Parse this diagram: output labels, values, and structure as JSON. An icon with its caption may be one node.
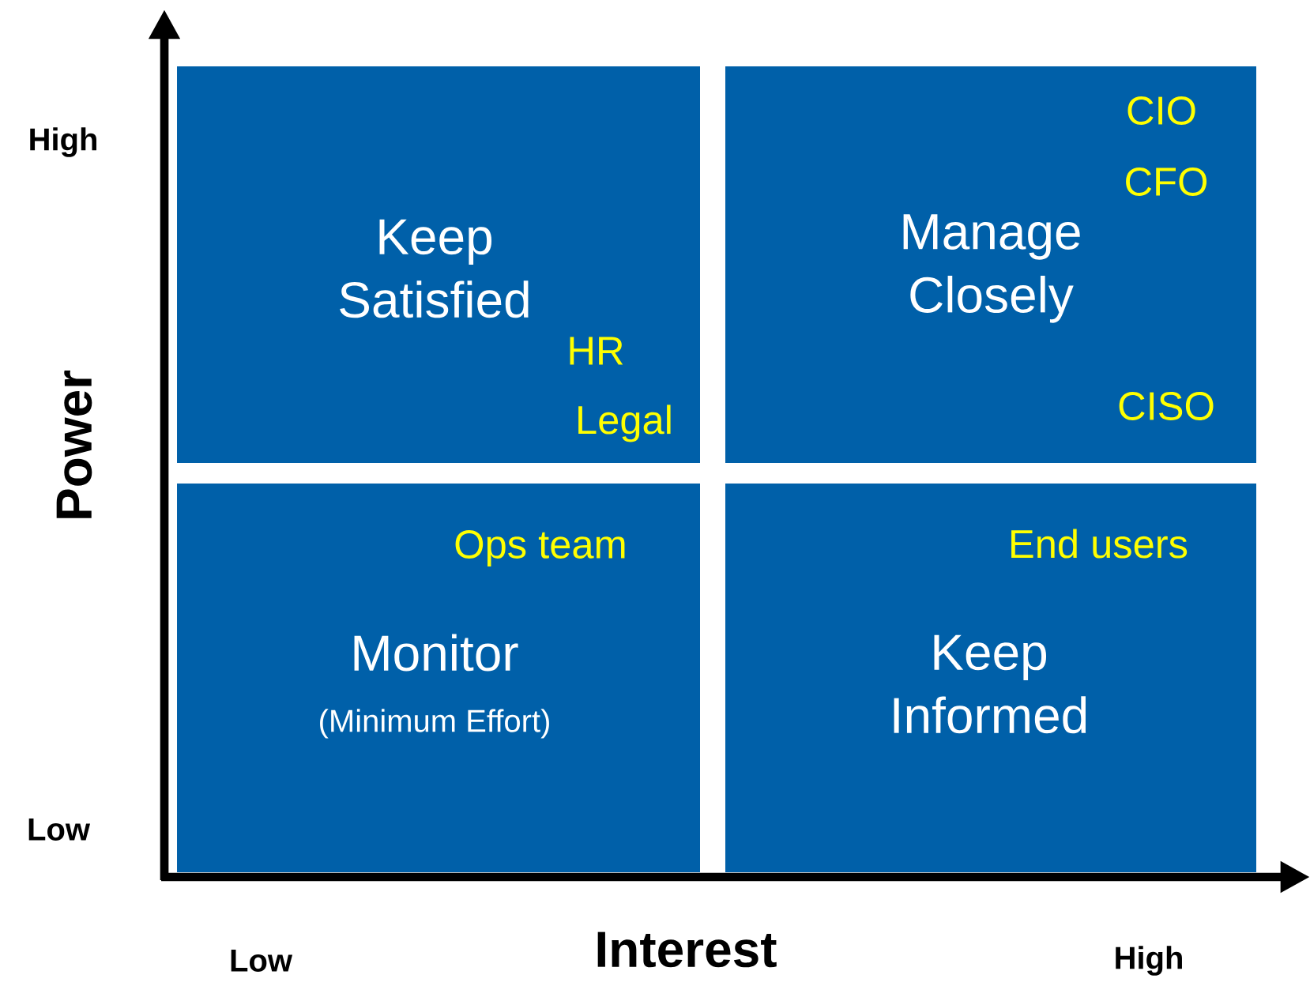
{
  "diagram": {
    "nodes": [
      {
        "text": [
          "Keep Satisfied",
          "HR",
          "Legal"
        ]
      },
      {
        "text": [
          "Manage Closely",
          "CIO",
          "CFO",
          "CISO"
        ]
      },
      {
        "text": [
          "Ops team",
          "Monitor",
          "(Minimum Effort)"
        ]
      },
      {
        "text": [
          "End users",
          "Keep Informed"
        ]
      }
    ],
    "labels": [
      "High",
      "Power",
      "Low",
      "Low",
      "Interest",
      "High"
    ]
  }
}
